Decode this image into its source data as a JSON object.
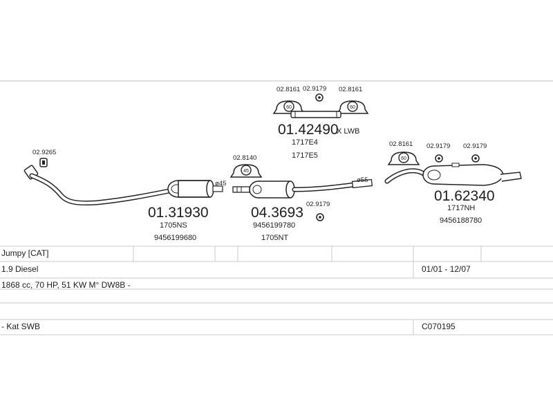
{
  "parts": {
    "part_42490": {
      "number": "01.42490",
      "note": "X LWB",
      "codes": [
        "1717E4",
        "1717E5"
      ]
    },
    "part_31930": {
      "number": "01.31930",
      "codes": [
        "1705NS",
        "9456199680"
      ]
    },
    "part_3693": {
      "number": "04.3693",
      "codes": [
        "9456199780",
        "1705NT"
      ]
    },
    "part_62340": {
      "number": "01.62340",
      "codes": [
        "1717NH",
        "9456188780"
      ]
    }
  },
  "small_parts": {
    "top_left_clamp": "02.8161",
    "top_mid_bolt": "02.9179",
    "top_right_clamp": "02.8161",
    "front_gasket": "02.9265",
    "mid_clamp": "02.8140",
    "mid_bolt": "02.9179",
    "rear_clamp": "02.8161",
    "rear_bolt_1": "02.9179",
    "rear_bolt_2": "02.9179"
  },
  "diameters": {
    "d45": "ø45",
    "d55": "ø55"
  },
  "badges": {
    "clamp_top_left": "60",
    "clamp_top_right": "60",
    "clamp_mid": "45",
    "clamp_rear": "60"
  },
  "table": {
    "row1": {
      "model": "Jumpy  [CAT]"
    },
    "row2": {
      "engine": "1.9 Diesel",
      "dates": "01/01 - 12/07"
    },
    "row3": {
      "spec": "1868 cc, 70 HP, 51 KW M° DW8B -"
    },
    "row4": {},
    "row5": {
      "variant": "- Kat SWB",
      "code": "C070195"
    }
  }
}
